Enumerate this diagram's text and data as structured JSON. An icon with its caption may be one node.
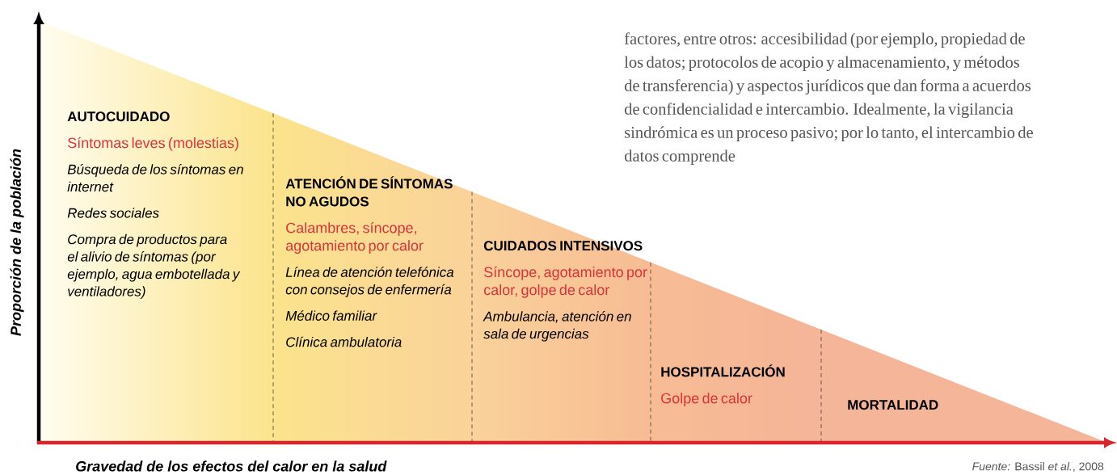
{
  "diagram": {
    "nodes": [
      {
        "text": [
          "AUTOCUIDADO",
          "Síntomas leves (molestias)",
          "Búsqueda de los síntomas en internet",
          "Redes sociales",
          "Compra de productos para el alivio de síntomas (por ejemplo, agua embotellada y ventiladores)"
        ]
      },
      {
        "text": [
          "ATENCIÓN DE SÍNTOMAS NO AGUDOS",
          "Calambres, síncope, agotamiento por calor",
          "Línea de atención telefónica con consejos de enfermería",
          "Médico familiar",
          "Clínica ambulatoria"
        ]
      },
      {
        "text": [
          "CUIDADOS INTENSIVOS",
          "Síncope, agotamiento por calor, golpe de calor",
          "Ambulancia, atención en sala de urgencias"
        ]
      },
      {
        "text": [
          "HOSPITALIZACIÓN",
          "Golpe de calor"
        ]
      },
      {
        "text": [
          "MORTALIDAD"
        ]
      }
    ],
    "edges": [],
    "labels": [
      "factores, entre otros: accesibilidad (por ejemplo, propiedad de los datos; protocolos de acopio y almacenamiento, y métodos de transferencia) y aspectos jurídicos que dan forma a acuerdos de confidencialidad e intercambio. Idealmente, la vigilancia sindrómica es un proceso pasivo; por lo tanto, el intercambio de datos comprende",
      "Proporción de la población",
      "Gravedad de los efectos del calor en la salud",
      "*Fuente:* Bassil *et al.*, 2008"
    ]
  }
}
